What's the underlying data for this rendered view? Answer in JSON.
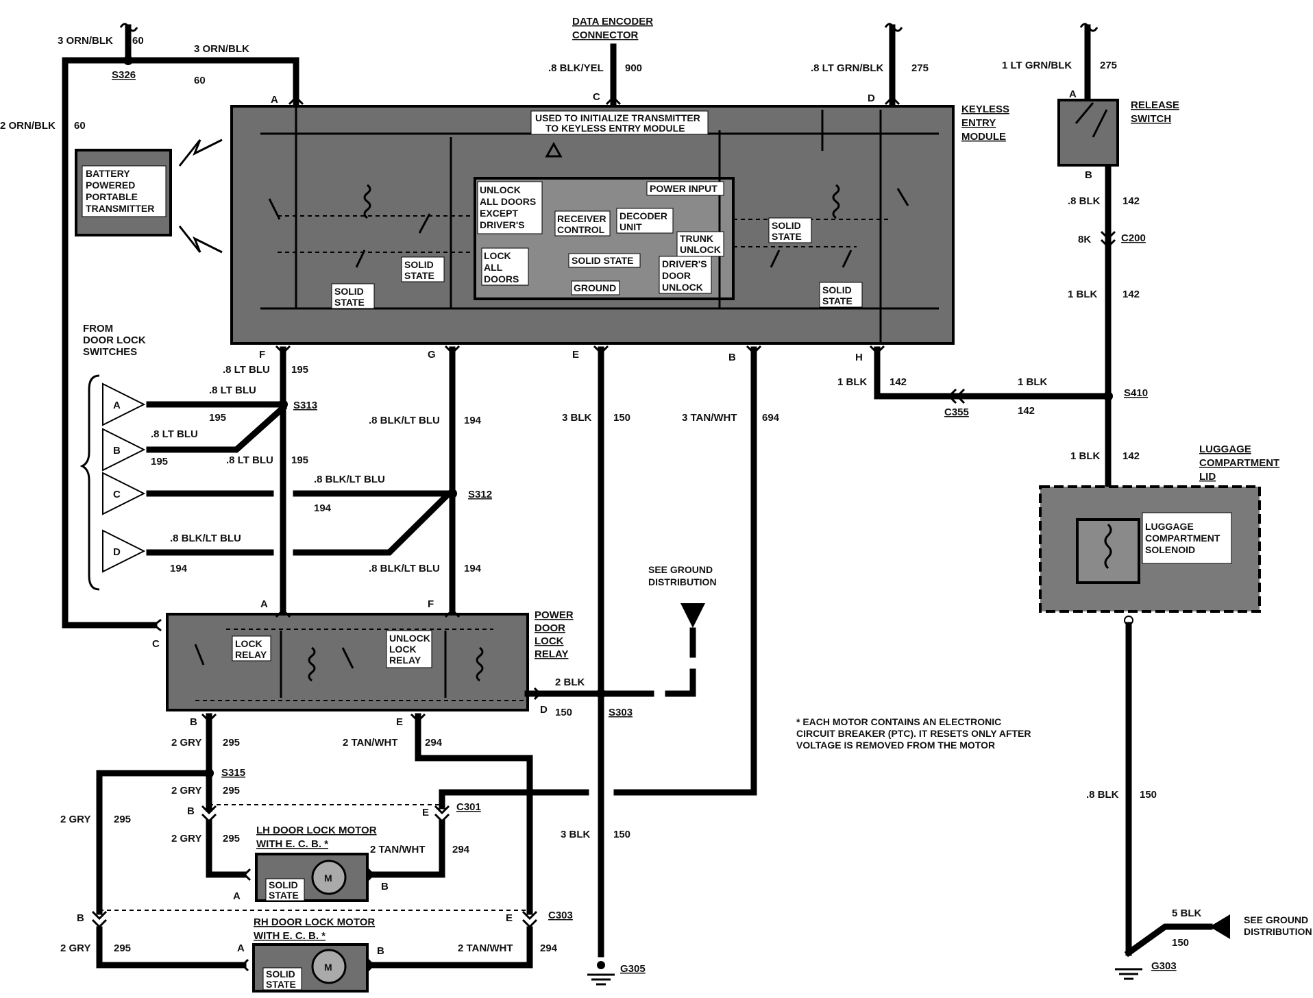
{
  "wires": {
    "orn_blk_top": "3 ORN/BLK",
    "orn_blk_top2": "3 ORN/BLK",
    "orn_blk_side": "2 ORN/BLK",
    "c60a": "60",
    "c60b": "60",
    "c60c": "60",
    "s326": "S326",
    "blk_yel": ".8 BLK/YEL",
    "c900": "900",
    "lt_grn_blk_a": ".8 LT GRN/BLK",
    "c275a": "275",
    "lt_grn_blk_b": "1 LT GRN/BLK",
    "c275b": "275",
    "blk142a": ".8 BLK",
    "c142a": "142",
    "c200_8k": "8K",
    "c200": "C200",
    "blk142b": "1 BLK",
    "c142b": "142",
    "blk_h": "1 BLK",
    "c142h": "142",
    "blk_s410": "1 BLK",
    "c142s": "142",
    "c355": "C355",
    "s410": "S410",
    "blk142c": "1 BLK",
    "c142c": "142",
    "lt_blu_f": ".8 LT BLU",
    "c195f": "195",
    "blk_lt_blu_g": ".8 BLK/LT BLU",
    "c194g": "194",
    "blk_e": "3 BLK",
    "c150e": "150",
    "tan_wht_b": "3 TAN/WHT",
    "c694": "694",
    "lt_blu_a": ".8 LT BLU",
    "c195a": "195",
    "s313": "S313",
    "lt_blu_b": ".8 LT BLU",
    "c195b": "195",
    "lt_blu_b2": ".8 LT BLU",
    "c195b2": "195",
    "blk_lt_blu_c": ".8 BLK/LT BLU",
    "c194c": "194",
    "s312": "S312",
    "blk_lt_blu_d": ".8 BLK/LT BLU",
    "c194d": "194",
    "blk_lt_blu_low": ".8 BLK/LT BLU",
    "c194low": "194",
    "blk2": "2 BLK",
    "c150d": "150",
    "s303": "S303",
    "gry_b": "2 GRY",
    "c295b": "295",
    "s315": "S315",
    "tan_wht_e": "2 TAN/WHT",
    "c294e": "294",
    "gry_b2": "2 GRY",
    "c295b2": "295",
    "gry_side": "2 GRY",
    "c295side": "295",
    "c301": "C301",
    "gry_lh": "2 GRY",
    "c295lh": "295",
    "tan_wht_lh": "2 TAN/WHT",
    "c294lh": "294",
    "blk3_low": "3 BLK",
    "c150low": "150",
    "c303": "C303",
    "gry_rh": "2 GRY",
    "c295rh": "295",
    "tan_wht_rh": "2 TAN/WHT",
    "c294rh": "294",
    "g305": "G305",
    "blk8_150": ".8 BLK",
    "c150r": "150",
    "blk5": "5 BLK",
    "c150g": "150",
    "g303": "G303"
  },
  "pins": {
    "kem_a": "A",
    "kem_c": "C",
    "kem_d": "D",
    "kem_f": "F",
    "kem_g": "G",
    "kem_e": "E",
    "kem_b": "B",
    "kem_h": "H",
    "rs_a": "A",
    "rs_b": "B",
    "pdl_a": "A",
    "pdl_f": "F",
    "pdl_c": "C",
    "pdl_d": "D",
    "pdl_b": "B",
    "pdl_e": "E",
    "c301_b": "B",
    "c301_e": "E",
    "lh_a": "A",
    "lh_b": "B",
    "c303_b": "B",
    "c303_e": "E",
    "rh_a": "A",
    "rh_b": "B"
  },
  "labels": {
    "data_encoder_1": "DATA ENCODER",
    "data_encoder_2": "CONNECTOR",
    "kem_1": "KEYLESS",
    "kem_2": "ENTRY",
    "kem_3": "MODULE",
    "release_1": "RELEASE",
    "release_2": "SWITCH",
    "init_1": "USED TO INITIALIZE TRANSMITTER",
    "init_2": "TO KEYLESS ENTRY MODULE",
    "batt_1": "BATTERY",
    "batt_2": "POWERED",
    "batt_3": "PORTABLE",
    "batt_4": "TRANSMITTER",
    "unlock_1": "UNLOCK",
    "unlock_2": "ALL DOORS",
    "unlock_3": "EXCEPT",
    "unlock_4": "DRIVER'S",
    "power_input": "POWER INPUT",
    "receiver_1": "RECEIVER",
    "receiver_2": "CONTROL",
    "decoder_1": "DECODER",
    "decoder_2": "UNIT",
    "trunk_1": "TRUNK",
    "trunk_2": "UNLOCK",
    "lock_1": "LOCK",
    "lock_2": "ALL",
    "lock_3": "DOORS",
    "solid_state_center": "SOLID STATE",
    "driver_1": "DRIVER'S",
    "driver_2": "DOOR",
    "driver_3": "UNLOCK",
    "ground": "GROUND",
    "ss_a_1": "SOLID",
    "ss_a_2": "STATE",
    "ss_b_1": "SOLID",
    "ss_b_2": "STATE",
    "ss_c_1": "SOLID",
    "ss_c_2": "STATE",
    "ss_d_1": "SOLID",
    "ss_d_2": "STATE",
    "from_1": "FROM",
    "from_2": "DOOR LOCK",
    "from_3": "SWITCHES",
    "sw_a": "A",
    "sw_b": "B",
    "sw_c": "C",
    "sw_d": "D",
    "luggage_lid_1": "LUGGAGE",
    "luggage_lid_2": "COMPARTMENT",
    "luggage_lid_3": "LID",
    "solenoid_1": "LUGGAGE",
    "solenoid_2": "COMPARTMENT",
    "solenoid_3": "SOLENOID",
    "see_ground_1": "SEE GROUND",
    "see_ground_2": "DISTRIBUTION",
    "pdl_1": "POWER",
    "pdl_2": "DOOR",
    "pdl_3": "LOCK",
    "pdl_4": "RELAY",
    "lock_relay_1": "LOCK",
    "lock_relay_2": "RELAY",
    "unlock_relay_1": "UNLOCK",
    "unlock_relay_2": "LOCK",
    "unlock_relay_3": "RELAY",
    "note_1": "* EACH MOTOR CONTAINS AN ELECTRONIC",
    "note_2": "CIRCUIT BREAKER (PTC). IT RESETS ONLY AFTER",
    "note_3": "VOLTAGE IS REMOVED FROM THE MOTOR",
    "lh_motor_1": "LH DOOR LOCK MOTOR",
    "lh_motor_2": "WITH E. C. B. *",
    "rh_motor_1": "RH DOOR LOCK MOTOR",
    "rh_motor_2": "WITH E. C. B. *",
    "motor_ss_lh_1": "SOLID",
    "motor_ss_lh_2": "STATE",
    "motor_ss_rh_1": "SOLID",
    "motor_ss_rh_2": "STATE",
    "motor_m_lh": "M",
    "motor_m_rh": "M",
    "see_ground_r1": "SEE GROUND",
    "see_ground_r2": "DISTRIBUTION"
  }
}
